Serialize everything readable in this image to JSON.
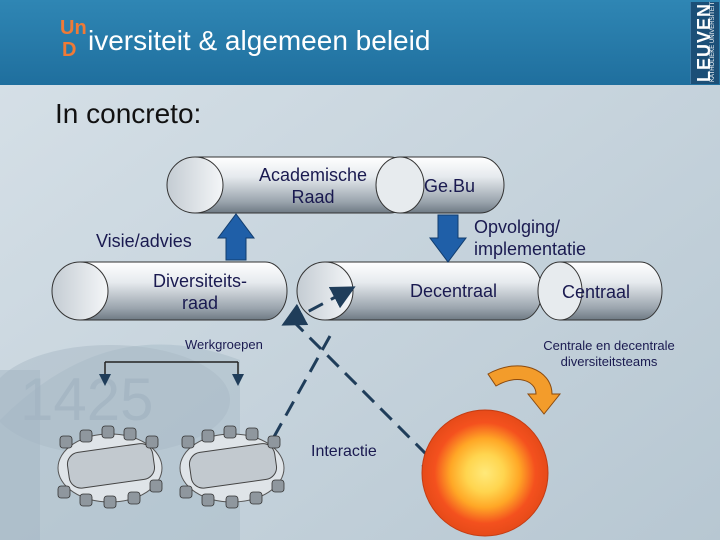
{
  "header": {
    "logo_top": "Un",
    "logo_bottom": "D",
    "title": "iversiteit & algemeen beleid",
    "brand_name": "LEUVEN",
    "brand_small": "KATHOLIEKE UNIVERSITEIT"
  },
  "subtitle": "In concreto:",
  "diagram": {
    "academische_raad": [
      "Academische",
      "Raad"
    ],
    "gebu": "Ge.Bu",
    "visie_advies": "Visie/advies",
    "opvolging": [
      "Opvolging/",
      "implementatie"
    ],
    "diversiteitsraad": [
      "Diversiteits-",
      "raad"
    ],
    "decentraal": "Decentraal",
    "centraal": "Centraal",
    "werkgroepen": "Werkgroepen",
    "centrale_decentrale": [
      "Centrale en decentrale",
      "diversiteitsteams"
    ],
    "interactie": "Interactie"
  },
  "colors": {
    "header_blue": "#1f6f9e",
    "logo_orange": "#f07a36",
    "text_navy": "#1a1a50",
    "arrow_blue": "#1f5fa8",
    "circle_outer": "#f4511e",
    "circle_inner": "#ffeb3b"
  }
}
